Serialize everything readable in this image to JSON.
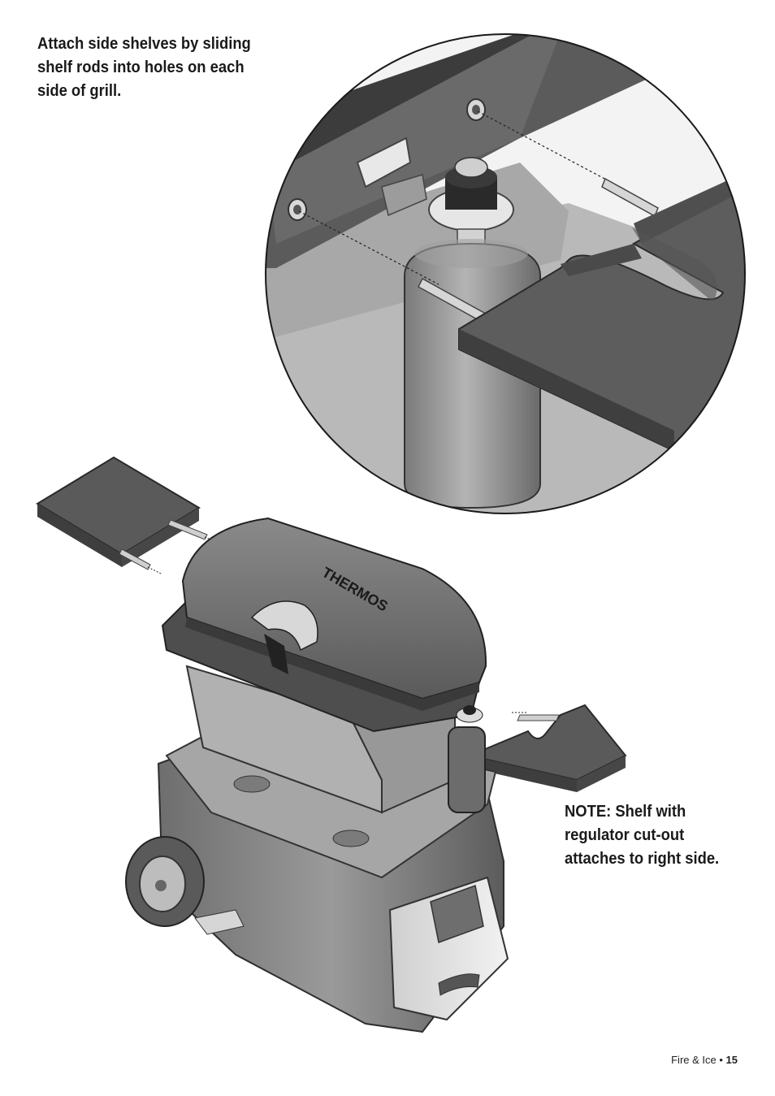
{
  "instructions": {
    "main": "Attach side shelves by sliding\nshelf rods into holes on each\nside of grill.",
    "note": "NOTE:  Shelf with\nregulator cut-out\nattaches to right side."
  },
  "illustration": {
    "brand_label": "THERMOS"
  },
  "footer": {
    "title": "Fire & Ice •",
    "page_number": "15"
  }
}
